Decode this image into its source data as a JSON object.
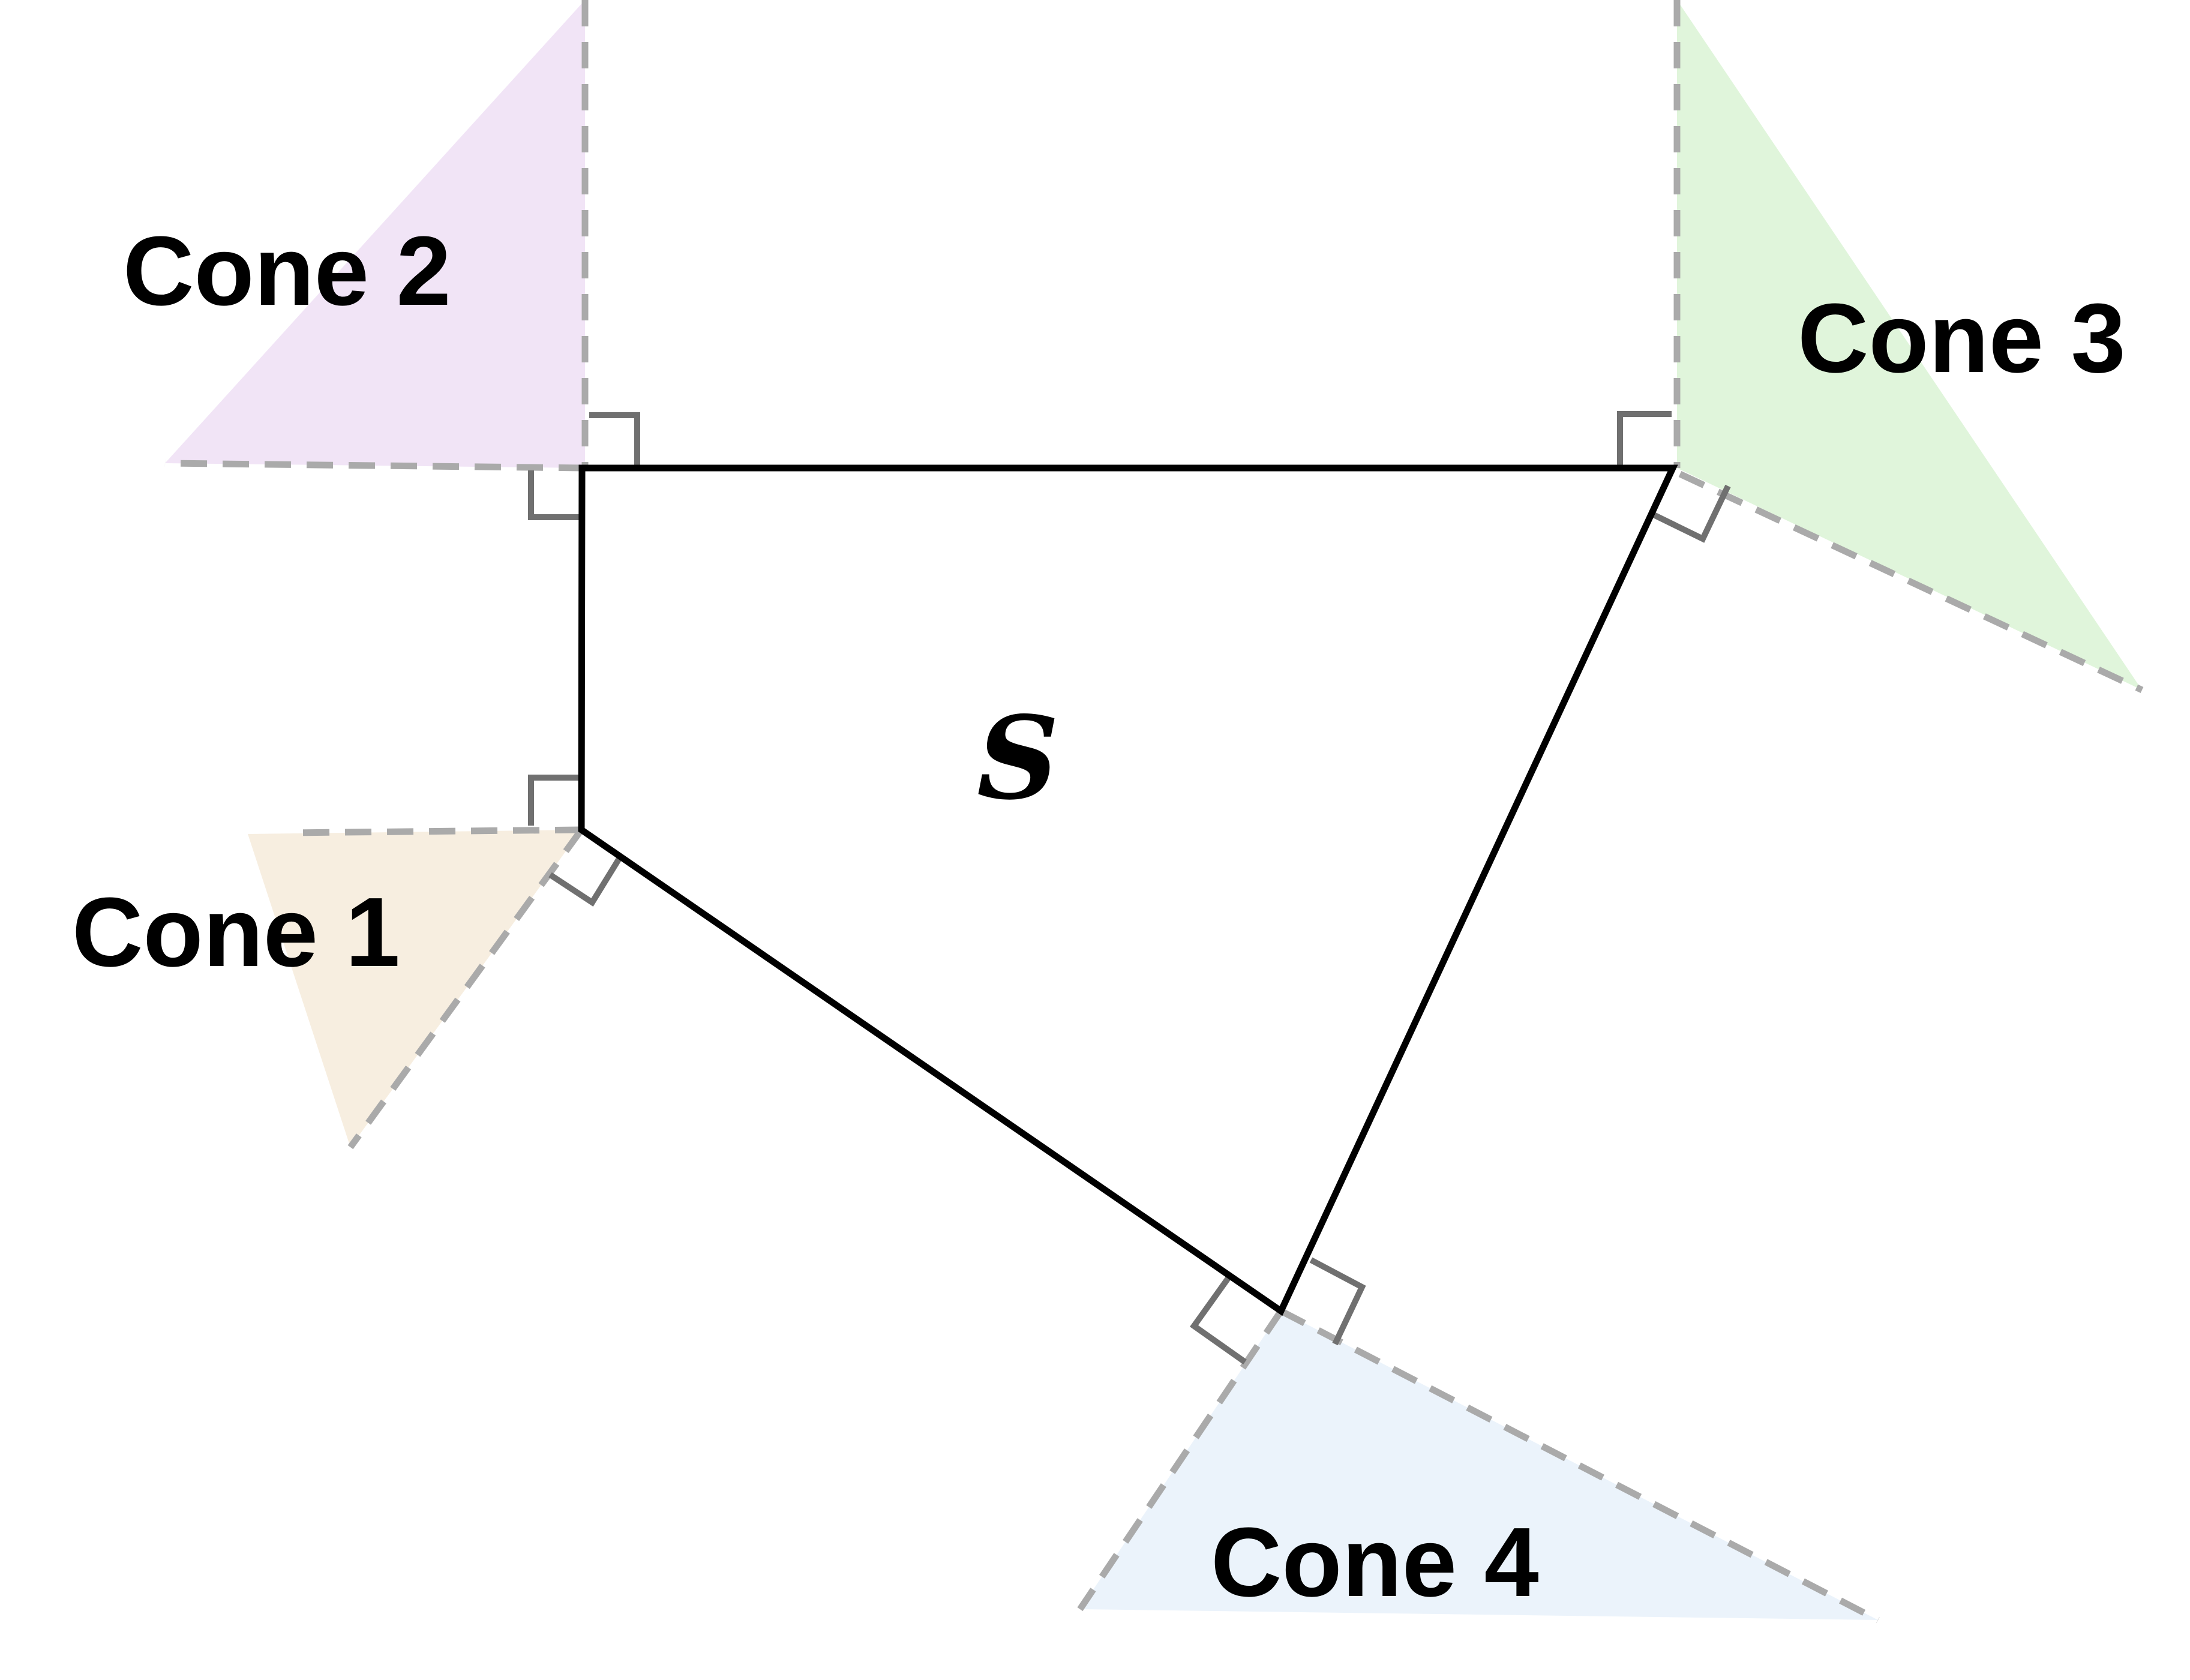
{
  "diagram": {
    "set_label": "S",
    "cones": [
      {
        "id": "cone-1",
        "label": "Cone 1",
        "fill": "#f7eee0"
      },
      {
        "id": "cone-2",
        "label": "Cone 2",
        "fill": "#f1e4f6"
      },
      {
        "id": "cone-3",
        "label": "Cone 3",
        "fill": "#e0f5db"
      },
      {
        "id": "cone-4",
        "label": "Cone 4",
        "fill": "#ebf3fb"
      }
    ],
    "colors": {
      "polygon_edge": "#000000",
      "cone_boundary": "#aaaaaa",
      "right_angle_marker": "#707070"
    }
  }
}
